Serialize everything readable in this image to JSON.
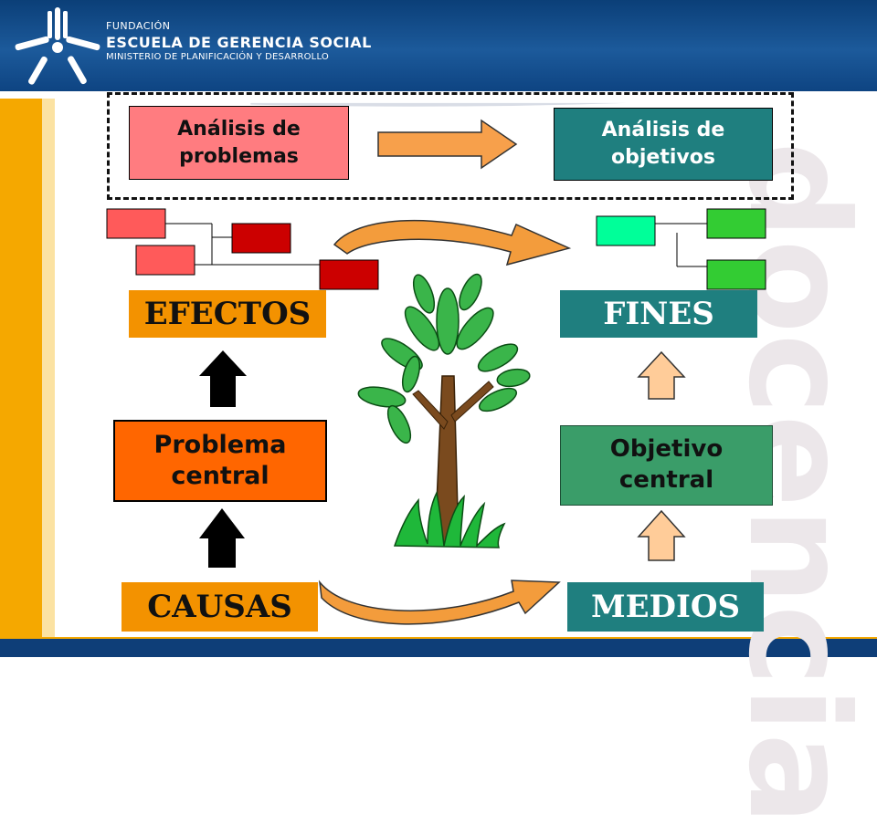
{
  "header": {
    "org_line1": "FUNDACIÓN",
    "org_line2": "ESCUELA DE GERENCIA SOCIAL",
    "org_line3": "MINISTERIO DE PLANIFICACIÓN Y DESARROLLO"
  },
  "top_section": {
    "left_label": "Análisis de problemas",
    "right_label": "Análisis de objetivos"
  },
  "problem_tree": {
    "effects": "EFECTOS",
    "central": "Problema central",
    "causes": "CAUSAS"
  },
  "objective_tree": {
    "ends": "FINES",
    "central": "Objetivo central",
    "means": "MEDIOS"
  },
  "watermark": "docencia",
  "colors": {
    "header_blue": "#1c5a9b",
    "orange": "#f39200",
    "problem_central": "#ff6600",
    "problem_box_pink": "#ff7c80",
    "objective_teal": "#1f7f7f",
    "objective_central_green": "#3a9d69",
    "red_box": "#cc0000",
    "light_red_box": "#ff5a5a",
    "green_box": "#33cc33",
    "mint_box": "#00ff99",
    "peach_arrow": "#ffcc99",
    "black_arrow": "#000000"
  }
}
